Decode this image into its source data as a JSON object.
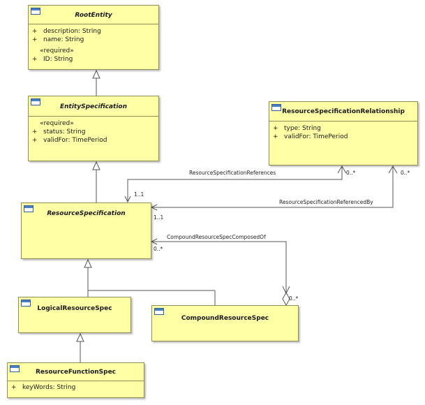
{
  "classes": {
    "root_entity": {
      "name": "RootEntity",
      "attributes": [
        {
          "vis": "+",
          "text": "description: String"
        },
        {
          "vis": "+",
          "text": "name: String"
        }
      ],
      "stereotype": "«required»",
      "required_attributes": [
        {
          "vis": "+",
          "text": "ID: String"
        }
      ]
    },
    "entity_specification": {
      "name": "EntitySpecification",
      "stereotype": "«required»",
      "required_attributes": [
        {
          "vis": "+",
          "text": "status: String"
        },
        {
          "vis": "+",
          "text": "validFor: TimePeriod"
        }
      ]
    },
    "resource_specification_relationship": {
      "name": "ResourceSpecificationRelationship",
      "attributes": [
        {
          "vis": "+",
          "text": "type: String"
        },
        {
          "vis": "+",
          "text": "validFor: TimePeriod"
        }
      ]
    },
    "resource_specification": {
      "name": "ResourceSpecification"
    },
    "logical_resource_spec": {
      "name": "LogicalResourceSpec"
    },
    "compound_resource_spec": {
      "name": "CompoundResourceSpec"
    },
    "resource_function_spec": {
      "name": "ResourceFunctionSpec",
      "attributes": [
        {
          "vis": "+",
          "text": "keyWords: String"
        }
      ]
    }
  },
  "associations": {
    "references": {
      "name": "ResourceSpecificationReferences",
      "source_multiplicity": "0..*",
      "target_multiplicity": "1..1"
    },
    "referenced_by": {
      "name": "ResourceSpecificationReferencedBy",
      "source_multiplicity": "0..*",
      "target_multiplicity": "1..1"
    },
    "composed_of": {
      "name": "CompoundResourceSpecComposedOf",
      "target_multiplicity": "0..*",
      "source_multiplicity": "0..*"
    }
  }
}
